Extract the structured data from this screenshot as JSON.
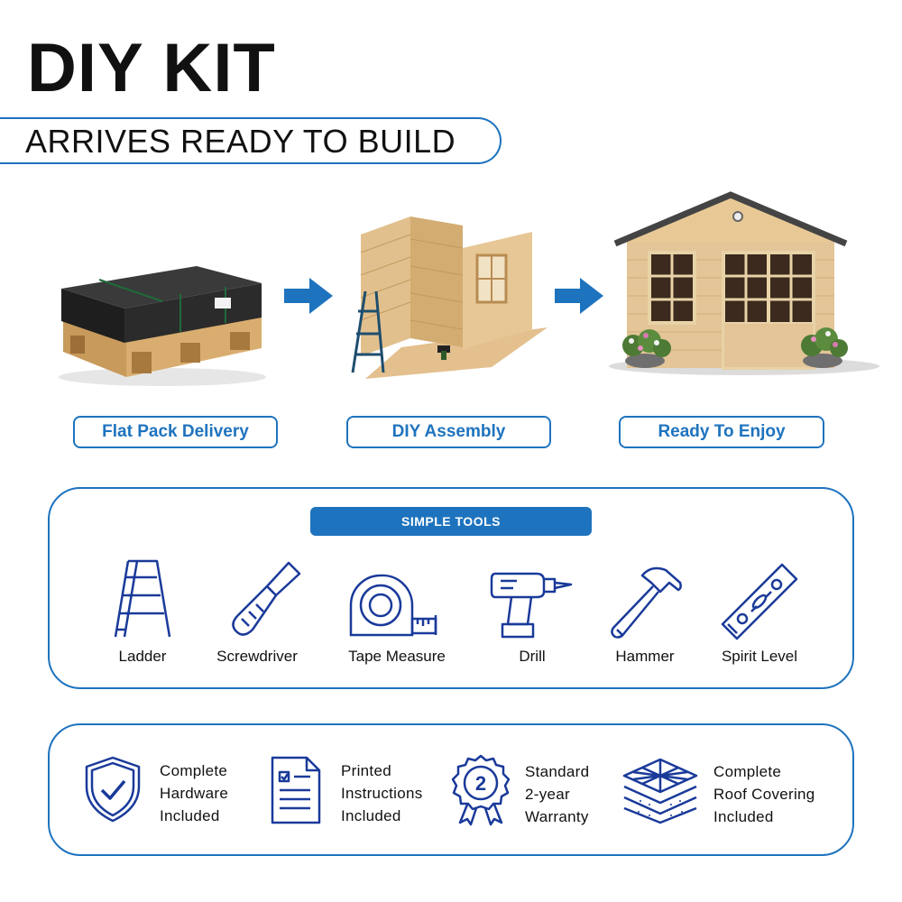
{
  "header": {
    "title": "DIY KIT",
    "subtitle": "ARRIVES READY TO BUILD"
  },
  "colors": {
    "accent": "#1e73be",
    "icon": "#1a3a9a",
    "text": "#111111"
  },
  "steps": [
    {
      "label": "Flat Pack Delivery",
      "image": "flat-pack-pallet-image"
    },
    {
      "label": "DIY Assembly",
      "image": "assembly-walls-image"
    },
    {
      "label": "Ready To Enjoy",
      "image": "finished-cabin-image"
    }
  ],
  "tools": {
    "header": "SIMPLE TOOLS",
    "items": [
      {
        "label": "Ladder",
        "icon": "ladder-icon"
      },
      {
        "label": "Screwdriver",
        "icon": "screwdriver-icon"
      },
      {
        "label": "Tape Measure",
        "icon": "tape-measure-icon"
      },
      {
        "label": "Drill",
        "icon": "drill-icon"
      },
      {
        "label": "Hammer",
        "icon": "hammer-icon"
      },
      {
        "label": "Spirit Level",
        "icon": "spirit-level-icon"
      }
    ]
  },
  "features": [
    {
      "lines": [
        "Complete",
        "Hardware",
        "Included"
      ],
      "icon": "shield-check-icon"
    },
    {
      "lines": [
        "Printed",
        "Instructions",
        "Included"
      ],
      "icon": "document-icon"
    },
    {
      "lines": [
        "Standard",
        "2-year",
        "Warranty"
      ],
      "icon": "award-badge-icon",
      "badge": "2"
    },
    {
      "lines": [
        "Complete",
        "Roof Covering",
        "Included"
      ],
      "icon": "roof-layers-icon"
    }
  ]
}
